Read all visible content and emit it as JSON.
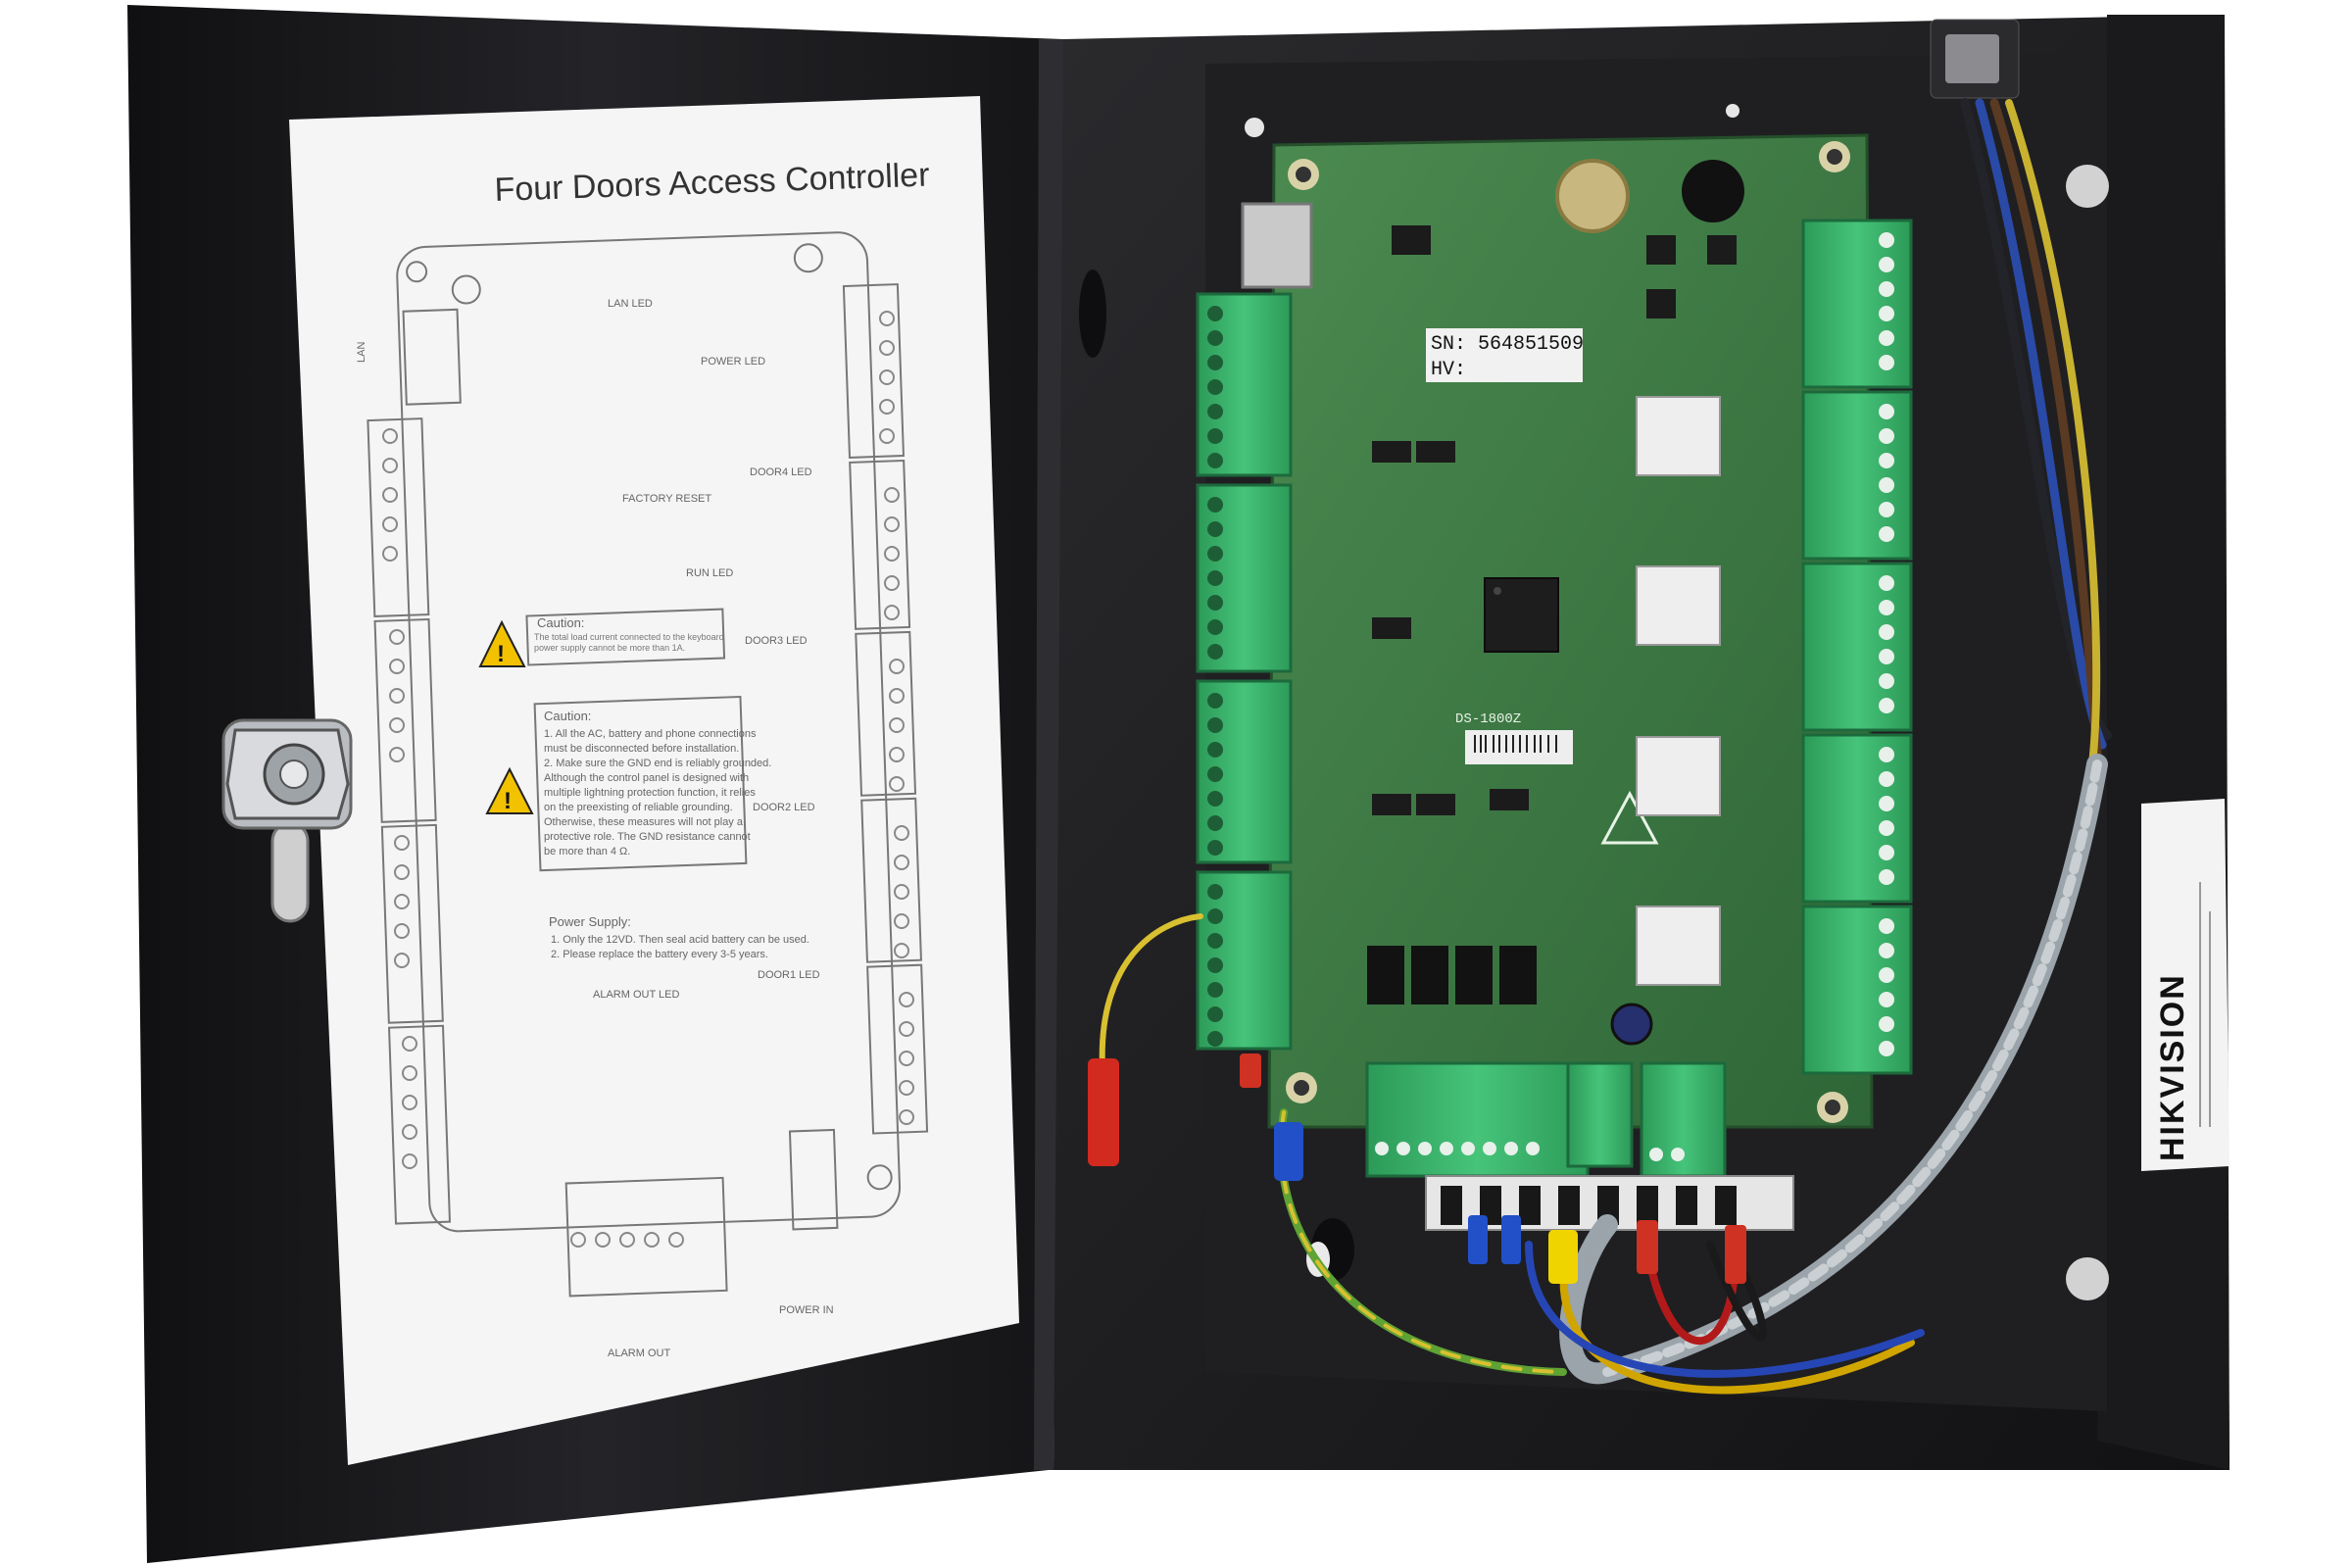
{
  "sheet": {
    "title": "Four Doors Access Controller",
    "lan_led": "LAN LED",
    "power_led": "POWER LED",
    "factory_reset": "FACTORY RESET",
    "run_led": "RUN LED",
    "door4_led": "DOOR4 LED",
    "door3_led": "DOOR3 LED",
    "door2_led": "DOOR2 LED",
    "door1_led": "DOOR1 LED",
    "alarm_out_led": "ALARM OUT LED",
    "alarm_out": "ALARM OUT",
    "power_in": "POWER IN",
    "caution1_title": "Caution:",
    "caution1_text": "The total load current connected to the keyboard power supply cannot be more than 1A.",
    "caution2_title": "Caution:",
    "caution2_lines": [
      "1. All the AC, battery and phone connections",
      "must be disconnected before installation.",
      "2. Make sure the GND end is reliably grounded.",
      "Although the control panel is designed with",
      "multiple lightning protection function, it relies",
      "on the preexisting of reliable grounding.",
      "Otherwise, these measures will not play a",
      "protective role. The GND resistance cannot",
      "be more than 4 Ω."
    ],
    "power_supply_title": "Power Supply:",
    "power_supply_lines": [
      "1. Only the 12VD. Then seal acid battery can be used.",
      "2. Please replace the battery every 3-5 years."
    ],
    "lan": "LAN"
  },
  "board": {
    "serial": "SN: 564851509",
    "hv": "HV:",
    "model": "DS-1800Z"
  },
  "side_label": {
    "brand": "HIKVISION"
  },
  "colors": {
    "enclosure": "#1c1c1e",
    "pcb": "#3f7a45",
    "terminal": "#3bb06a",
    "paper": "#f4f5f4"
  }
}
